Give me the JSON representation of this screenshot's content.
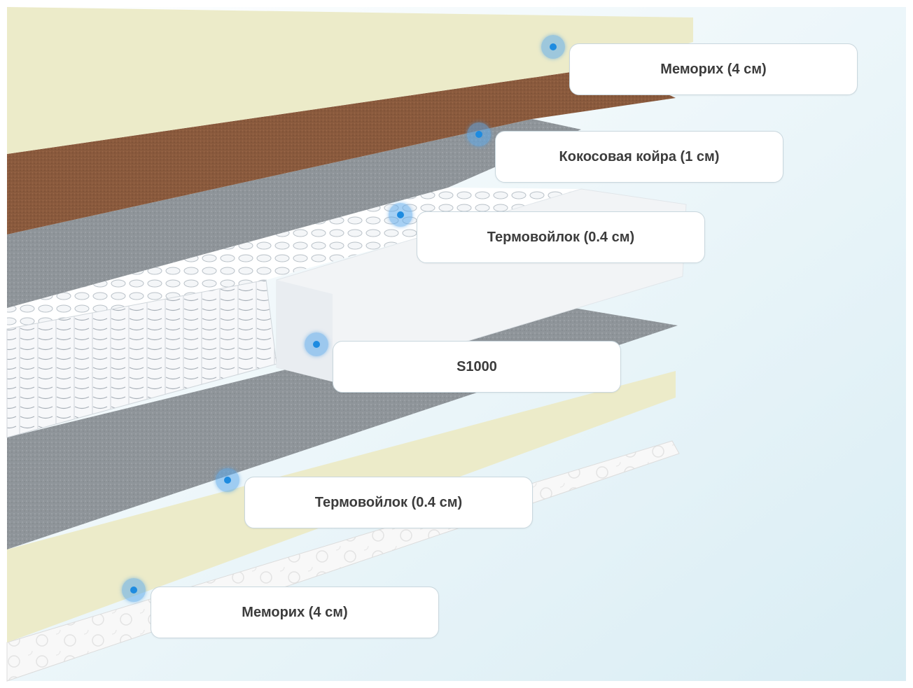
{
  "layers": [
    {
      "id": "memorix-top",
      "label": "Мемориx (4 см)",
      "color": "#ecebc9"
    },
    {
      "id": "coconut",
      "label": "Кокосовая койра (1 см)",
      "color": "#8a5a3d"
    },
    {
      "id": "felt-top",
      "label": "Термовойлок (0.4 см)",
      "color": "#8e9499"
    },
    {
      "id": "springs",
      "label": "S1000",
      "color": "#f2f4f6"
    },
    {
      "id": "felt-bottom",
      "label": "Термовойлок (0.4 см)",
      "color": "#8e9499"
    },
    {
      "id": "memorix-bottom",
      "label": "Мемориx (4 см)",
      "color": "#ecebc9"
    }
  ],
  "colors": {
    "marker": "#1e8be0",
    "background": "#e6f3f8",
    "cover": "#f7f7f7"
  }
}
